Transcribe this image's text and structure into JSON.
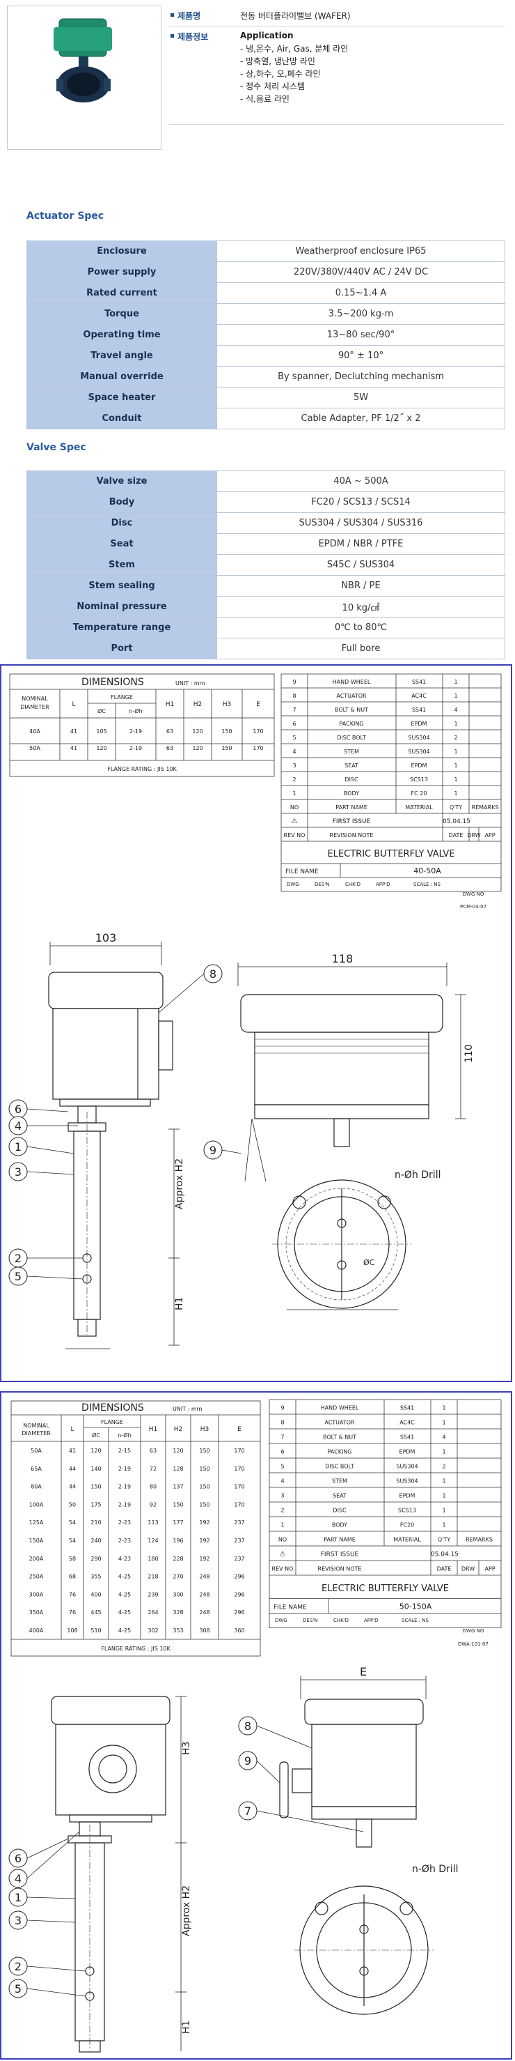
{
  "product": {
    "name_label": "제품명",
    "name_value": "전동 버터플라이밸브 (WAFER)",
    "info_label": "제품정보",
    "application_title": "Application",
    "application_lines": [
      "- 냉,온수, Air, Gas, 분체 라인",
      "- 방축열, 냉난방 라인",
      "- 상,하수, 오,폐수 라인",
      "- 정수 처리 시스템",
      "- 식,음료 라인"
    ]
  },
  "actuator": {
    "title": "Actuator Spec",
    "rows": [
      [
        "Enclosure",
        "Weatherproof enclosure IP65"
      ],
      [
        "Power supply",
        "220V/380V/440V AC / 24V DC"
      ],
      [
        "Rated current",
        "0.15~1.4 A"
      ],
      [
        "Torque",
        "3.5~200 kg-m"
      ],
      [
        "Operating time",
        "13~80 sec/90°"
      ],
      [
        "Travel angle",
        "90° ± 10°"
      ],
      [
        "Manual override",
        "By spanner, Declutching mechanism"
      ],
      [
        "Space heater",
        "5W"
      ],
      [
        "Conduit",
        "Cable Adapter, PF 1/2˝ x 2"
      ]
    ]
  },
  "valve": {
    "title": "Valve Spec",
    "rows": [
      [
        "Valve size",
        "40A ~ 500A"
      ],
      [
        "Body",
        "FC20 / SCS13 / SCS14"
      ],
      [
        "Disc",
        "SUS304 / SUS304 / SUS316"
      ],
      [
        "Seat",
        "EPDM / NBR / PTFE"
      ],
      [
        "Stem",
        "S45C / SUS304"
      ],
      [
        "Stem sealing",
        "NBR / PE"
      ],
      [
        "Nominal pressure",
        "10 kg/㎠"
      ],
      [
        "Temperature range",
        "0℃ to 80℃"
      ],
      [
        "Port",
        "Full bore"
      ]
    ]
  },
  "drawing1": {
    "dim_title": "DIMENSIONS",
    "unit": "UNIT : mm",
    "col_nominal_1": "NOMINAL",
    "col_nominal_2": "DIAMETER",
    "col_L": "L",
    "col_flange": "FLANGE",
    "col_pc": "ØC",
    "col_nh": "n-Øh",
    "col_H1": "H1",
    "col_H2": "H2",
    "col_H3": "H3",
    "col_E": "E",
    "rows": [
      [
        "40A",
        "41",
        "105",
        "2-19",
        "63",
        "120",
        "150",
        "170"
      ],
      [
        "50A",
        "41",
        "120",
        "2-19",
        "63",
        "120",
        "150",
        "170"
      ]
    ],
    "flange_note": "FLANGE RATING : JIS 10K",
    "parts": [
      [
        "9",
        "HAND WHEEL",
        "SS41",
        "1"
      ],
      [
        "8",
        "ACTUATOR",
        "AC4C",
        "1"
      ],
      [
        "7",
        "BOLT & NUT",
        "SS41",
        "4"
      ],
      [
        "6",
        "PACKING",
        "EPDM",
        "1"
      ],
      [
        "5",
        "DISC BOLT",
        "SUS304",
        "2"
      ],
      [
        "4",
        "STEM",
        "SUS304",
        "1"
      ],
      [
        "3",
        "SEAT",
        "EPDM",
        "1"
      ],
      [
        "2",
        "DISC",
        "SCS13",
        "1"
      ],
      [
        "1",
        "BODY",
        "FC 20",
        "1"
      ]
    ],
    "hdr_no": "NO",
    "hdr_part": "PART NAME",
    "hdr_material": "MATERIAL",
    "hdr_qty": "Q'TY",
    "hdr_remarks": "REMARKS",
    "first_issue": "FIRST  ISSUE",
    "issue_date": "05.04.15",
    "rev_no": "REV NO",
    "revision_note": "REVISION  NOTE",
    "date": "DATE",
    "drw": "DRW",
    "app": "APP",
    "drawing_title": "ELECTRIC   BUTTERFLY   VALVE",
    "file_name_label": "FILE NAME",
    "file_name": "40-50A",
    "dwg": "DWG",
    "des": "DES'N",
    "chk": "CHK'D",
    "appd": "APP'D",
    "scale": "SCALE : NS",
    "dwg_no_label": "DWG   NO",
    "dwg_no": "PCM-04-07",
    "dim_103": "103",
    "dim_118": "118",
    "dim_110": "110",
    "lbl_approx_h2": "Approx H2",
    "lbl_h1": "H1",
    "lbl_drill": "n-Øh Drill",
    "lbl_pc": "ØC",
    "callouts": [
      "8",
      "9",
      "6",
      "4",
      "1",
      "3",
      "2",
      "5"
    ]
  },
  "drawing2": {
    "dim_title": "DIMENSIONS",
    "unit": "UNIT : mm",
    "rows": [
      [
        "50A",
        "41",
        "120",
        "2-15",
        "63",
        "120",
        "150",
        "170"
      ],
      [
        "65A",
        "44",
        "140",
        "2-19",
        "72",
        "128",
        "150",
        "170"
      ],
      [
        "80A",
        "44",
        "150",
        "2-19",
        "80",
        "137",
        "150",
        "170"
      ],
      [
        "100A",
        "50",
        "175",
        "2-19",
        "92",
        "150",
        "150",
        "170"
      ],
      [
        "125A",
        "54",
        "210",
        "2-23",
        "113",
        "177",
        "192",
        "237"
      ],
      [
        "150A",
        "54",
        "240",
        "2-23",
        "124",
        "196",
        "192",
        "237"
      ],
      [
        "200A",
        "58",
        "290",
        "4-23",
        "180",
        "228",
        "192",
        "237"
      ],
      [
        "250A",
        "68",
        "355",
        "4-25",
        "218",
        "270",
        "248",
        "296"
      ],
      [
        "300A",
        "76",
        "400",
        "4-25",
        "239",
        "300",
        "248",
        "296"
      ],
      [
        "350A",
        "76",
        "445",
        "4-25",
        "264",
        "328",
        "248",
        "296"
      ],
      [
        "400A",
        "108",
        "510",
        "4-25",
        "302",
        "353",
        "308",
        "360"
      ]
    ],
    "parts": [
      [
        "9",
        "HAND WHEEL",
        "SS41",
        "1"
      ],
      [
        "8",
        "ACTUATOR",
        "AC4C",
        "1"
      ],
      [
        "7",
        "BOLT & NUT",
        "SS41",
        "4"
      ],
      [
        "6",
        "PACKING",
        "EPDM",
        "1"
      ],
      [
        "5",
        "DISC BOLT",
        "SUS304",
        "2"
      ],
      [
        "4",
        "STEM",
        "SUS304",
        "1"
      ],
      [
        "3",
        "SEAT",
        "EPDM",
        "1"
      ],
      [
        "2",
        "DISC",
        "SCS13",
        "1"
      ],
      [
        "1",
        "BODY",
        "FC20",
        "1"
      ]
    ],
    "file_name": "50-150A",
    "dwg_no": "DWA-101-07",
    "dim_E": "E",
    "lbl_h3": "H3",
    "callouts": [
      "8",
      "9",
      "7",
      "6",
      "4",
      "1",
      "3",
      "2",
      "5"
    ]
  },
  "colors": {
    "accent": "#2b5aa0",
    "key_bg": "#b7cbe9",
    "frame": "#3b3fb8"
  }
}
